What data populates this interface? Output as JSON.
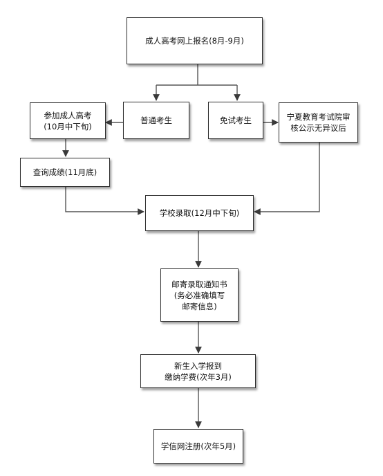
{
  "flowchart": {
    "nodes": {
      "online_registration": {
        "lines": [
          "成人高考网上报名(8月-9月)"
        ]
      },
      "regular_candidate": {
        "lines": [
          "普通考生"
        ]
      },
      "exempt_candidate": {
        "lines": [
          "免试考生"
        ]
      },
      "take_exam": {
        "lines": [
          "参加成人高考",
          "(10月中下旬)"
        ]
      },
      "ningxia_review": {
        "lines": [
          "宁夏教育考试院审",
          "核公示无异议后"
        ]
      },
      "check_scores": {
        "lines": [
          "查询成绩(11月底)"
        ]
      },
      "school_admission": {
        "lines": [
          "学校录取(12月中下旬)"
        ]
      },
      "mail_notice": {
        "lines": [
          "邮寄录取通知书",
          "(务必准确填写",
          "邮寄信息)"
        ]
      },
      "enrollment": {
        "lines": [
          "新生入学报到",
          "缴纳学费(次年3月)"
        ]
      },
      "chsi_registration": {
        "lines": [
          "学信网注册(次年5月)"
        ]
      }
    }
  }
}
